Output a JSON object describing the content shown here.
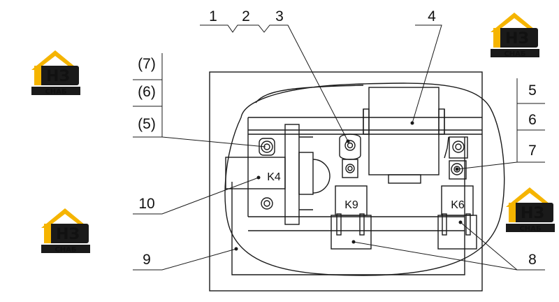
{
  "diagram": {
    "callouts": {
      "c1": "1",
      "c2": "2",
      "c3": "3",
      "c4": "4",
      "c5": "5",
      "c6": "6",
      "c7": "7",
      "c8": "8",
      "c9": "9",
      "c10": "10",
      "c5p": "(5)",
      "c6p": "(6)",
      "c7p": "(7)"
    },
    "parts": {
      "k4": "K4",
      "k9": "K9",
      "k6": "K6"
    }
  },
  "watermark": {
    "letters": "НЗ",
    "caption": "СНАБ",
    "colors": {
      "roof": "#f5b400",
      "dark": "#1a1a1a",
      "light": "#ffffff"
    }
  }
}
